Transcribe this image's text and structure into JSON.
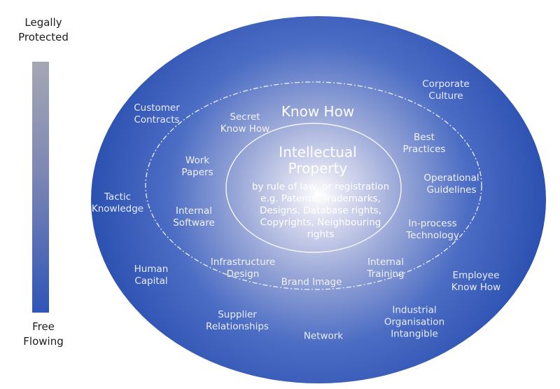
{
  "scale": {
    "top_line1": "Legally",
    "top_line2": "Protected",
    "bottom_line1": "Free",
    "bottom_line2": "Flowing"
  },
  "colors": {
    "outer_dark": "#2a4fb0",
    "center_light": "#ffffff",
    "text": "#e8ecf7"
  },
  "inner": {
    "title_line1": "Intellectual",
    "title_line2": "Property",
    "desc": [
      "by rule of law, or registration",
      "e.g. Patents, Trademarks,",
      "Designs, Database rights,",
      "Copyrights, Neighbouring",
      "rights"
    ]
  },
  "middle": {
    "title": "Know How",
    "items": [
      {
        "l1": "Secret",
        "l2": "Know How"
      },
      {
        "l1": "Best",
        "l2": "Practices"
      },
      {
        "l1": "Work",
        "l2": "Papers"
      },
      {
        "l1": "Operational",
        "l2": "Guidelines"
      },
      {
        "l1": "Internal",
        "l2": "Software"
      },
      {
        "l1": "In-process",
        "l2": "Technology"
      },
      {
        "l1": "Infrastructure",
        "l2": "Design"
      },
      {
        "l1": "Internal",
        "l2": "Training"
      },
      {
        "l1": "Brand Image",
        "l2": ""
      }
    ]
  },
  "outer": {
    "items": [
      {
        "l1": "Customer",
        "l2": "Contracts"
      },
      {
        "l1": "Corporate",
        "l2": "Culture"
      },
      {
        "l1": "Tactic",
        "l2": "Knowledge"
      },
      {
        "l1": "Human",
        "l2": "Capital"
      },
      {
        "l1": "Employee",
        "l2": "Know How"
      },
      {
        "l1": "Supplier",
        "l2": "Relationships"
      },
      {
        "l1": "Network",
        "l2": ""
      },
      {
        "l1": "Industrial",
        "l2": "Organisation",
        "l3": "Intangible"
      }
    ]
  }
}
